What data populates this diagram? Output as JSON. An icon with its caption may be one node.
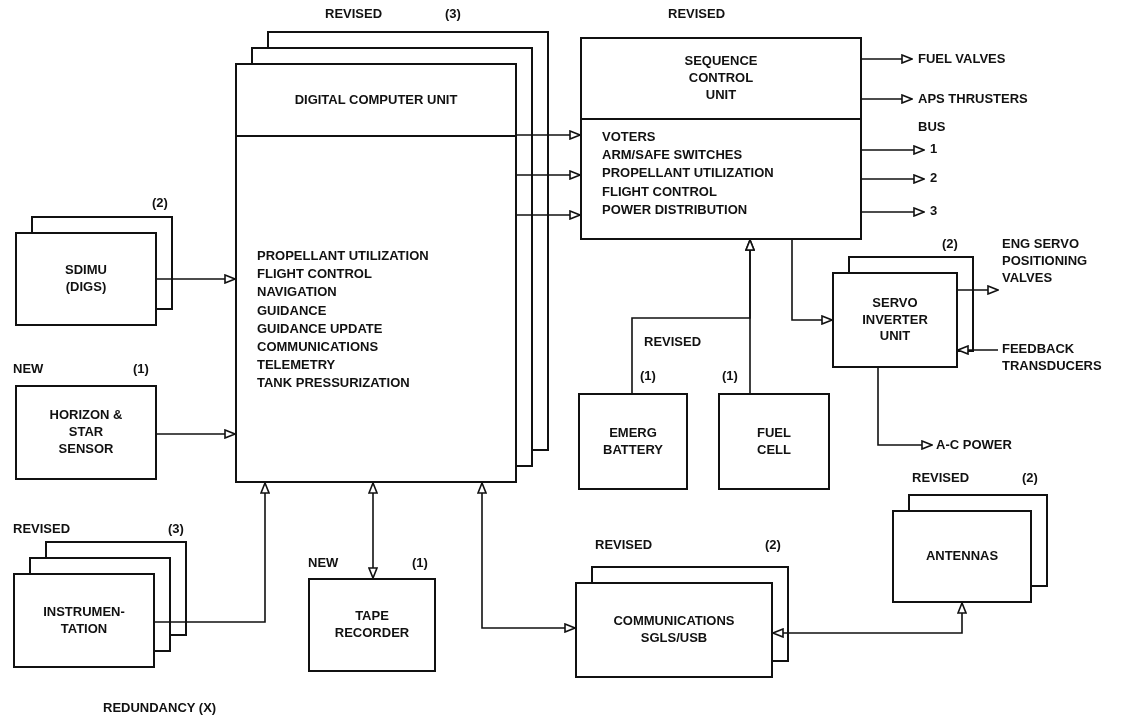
{
  "diagram": {
    "nodes": [
      {
        "text": [
          "DIGITAL COMPUTER UNIT",
          "PROPELLANT UTILIZATION",
          "FLIGHT CONTROL",
          "NAVIGATION",
          "GUIDANCE",
          "GUIDANCE UPDATE",
          "COMMUNICATIONS",
          "TELEMETRY",
          "TANK PRESSURIZATION"
        ],
        "beside": [
          "REVISED",
          "(3)"
        ]
      },
      {
        "text": [
          "SEQUENCE CONTROL UNIT",
          "VOTERS",
          "ARM/SAFE SWITCHES",
          "PROPELLANT UTILIZATION",
          "FLIGHT CONTROL",
          "POWER DISTRIBUTION"
        ],
        "beside": [
          "REVISED"
        ]
      },
      {
        "text": [
          "SDIMU (DIGS)"
        ],
        "beside": [
          "(2)"
        ]
      },
      {
        "text": [
          "HORIZON & STAR SENSOR"
        ],
        "beside": [
          "NEW",
          "(1)"
        ]
      },
      {
        "text": [
          "INSTRUMEN- TATION"
        ],
        "beside": [
          "REVISED",
          "(3)"
        ]
      },
      {
        "text": [
          "TAPE RECORDER"
        ],
        "beside": [
          "NEW",
          "(1)"
        ]
      },
      {
        "text": [
          "COMMUNICATIONS SGLS/USB"
        ],
        "beside": [
          "REVISED",
          "(2)"
        ]
      },
      {
        "text": [
          "ANTENNAS"
        ],
        "beside": [
          "REVISED",
          "(2)"
        ]
      },
      {
        "text": [
          "SERVO INVERTER UNIT"
        ],
        "beside": [
          "(2)"
        ]
      },
      {
        "text": [
          "EMERG BATTERY"
        ],
        "beside": [
          "REVISED",
          "(1)"
        ]
      },
      {
        "text": [
          "FUEL CELL"
        ],
        "beside": [
          "(1)"
        ]
      },
      {
        "text": [
          "FUEL VALVES"
        ]
      },
      {
        "text": [
          "APS THRUSTERS"
        ]
      },
      {
        "text": [
          "1"
        ]
      },
      {
        "text": [
          "2"
        ]
      },
      {
        "text": [
          "3"
        ]
      },
      {
        "text": [
          "ENG SERVO POSITIONING VALVES"
        ]
      },
      {
        "text": [
          "FEEDBACK TRANSDUCERS"
        ]
      },
      {
        "text": [
          "A-C POWER"
        ]
      }
    ],
    "edges": [
      {
        "from": 2,
        "to": 0,
        "arrow": "to"
      },
      {
        "from": 3,
        "to": 0,
        "arrow": "to"
      },
      {
        "from": 4,
        "to": 0,
        "arrow": "to"
      },
      {
        "from": 5,
        "to": 0,
        "arrow": "both"
      },
      {
        "from": 6,
        "to": 0,
        "arrow": "both"
      },
      {
        "from": 6,
        "to": 7,
        "arrow": "both"
      },
      {
        "from": 0,
        "to": 1,
        "arrow": "to"
      },
      {
        "from": 0,
        "to": 1,
        "arrow": "to"
      },
      {
        "from": 0,
        "to": 1,
        "arrow": "to"
      },
      {
        "from": 1,
        "to": 11,
        "arrow": "to"
      },
      {
        "from": 1,
        "to": 12,
        "arrow": "to"
      },
      {
        "from": 1,
        "to": 13,
        "arrow": "to"
      },
      {
        "from": 1,
        "to": 14,
        "arrow": "to"
      },
      {
        "from": 1,
        "to": 15,
        "arrow": "to"
      },
      {
        "from": 1,
        "to": 8,
        "arrow": "to"
      },
      {
        "from": 9,
        "to": 1,
        "arrow": "to"
      },
      {
        "from": 10,
        "to": 1,
        "arrow": "to"
      },
      {
        "from": 8,
        "to": 16,
        "arrow": "to"
      },
      {
        "from": 17,
        "to": 8,
        "arrow": "to"
      },
      {
        "from": 8,
        "to": 18,
        "arrow": "to"
      }
    ],
    "labels": [
      "BUS",
      "REDUNDANCY (X)"
    ]
  }
}
